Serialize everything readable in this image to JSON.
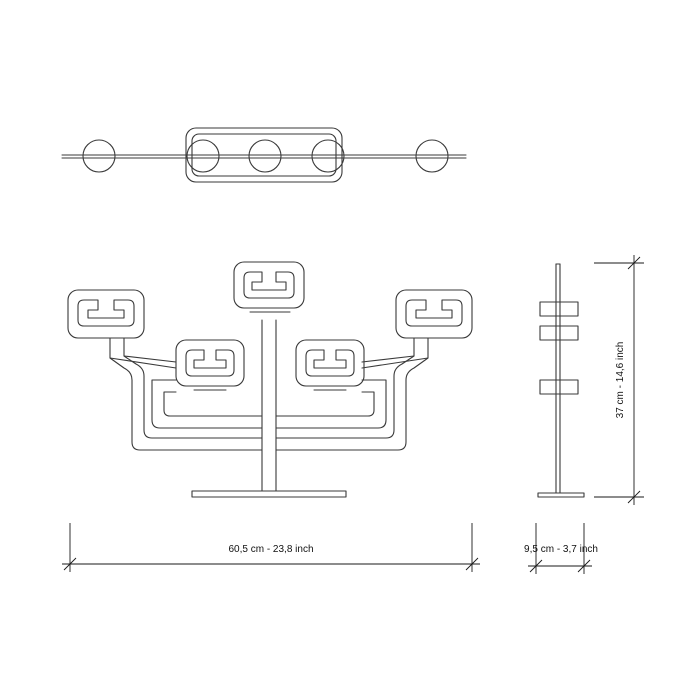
{
  "diagram": {
    "dimensions": {
      "width_label": "60,5 cm - 23,8 inch",
      "depth_label": "9,5 cm - 3,7 inch",
      "height_label": "37 cm - 14,6 inch"
    },
    "colors": {
      "line": "#3a3a3a",
      "dimension": "#1a1a1a",
      "background": "#ffffff"
    }
  }
}
